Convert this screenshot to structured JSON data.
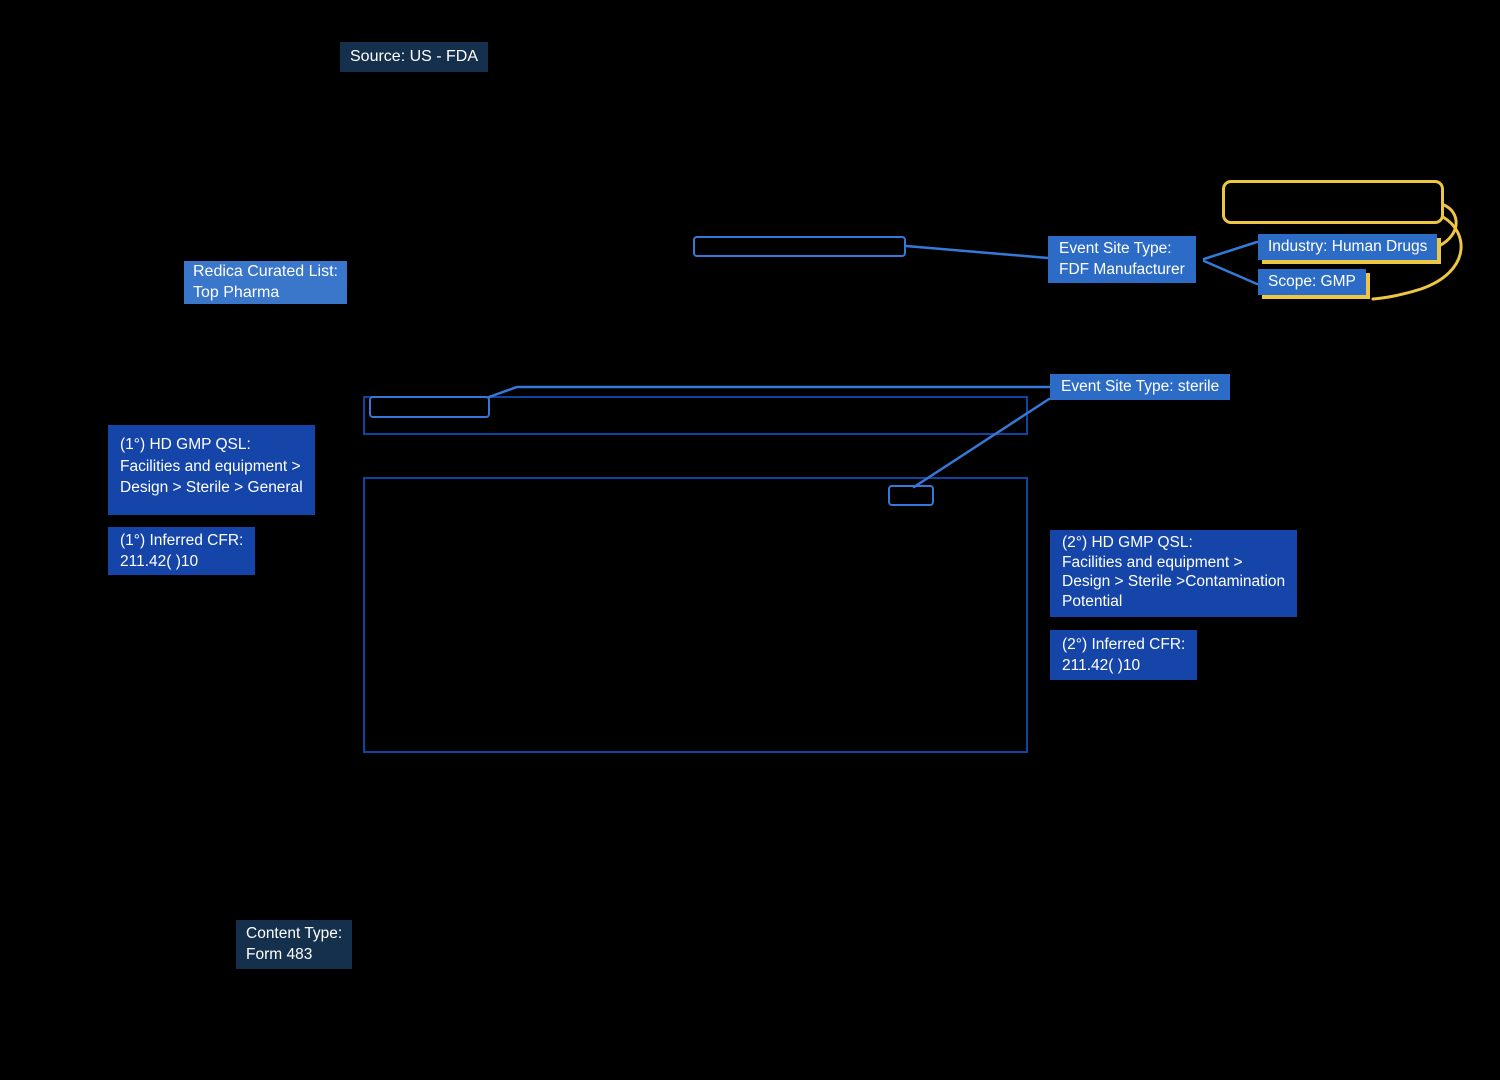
{
  "annotations": {
    "source": {
      "text": "Source: US - FDA"
    },
    "redica_list": {
      "lines": [
        "Redica Curated List:",
        "Top Pharma"
      ]
    },
    "event_site_type_fdf": {
      "lines": [
        "Event Site Type:",
        "FDF Manufacturer"
      ]
    },
    "industry": {
      "text": "Industry: Human Drugs"
    },
    "scope": {
      "text": "Scope: GMP"
    },
    "event_site_type_sterile": {
      "text": "Event Site Type: sterile"
    },
    "qsl_primary": {
      "lines": [
        "(1°) HD GMP QSL:",
        "Facilities and equipment >",
        "Design > Sterile > General"
      ]
    },
    "cfr_primary": {
      "lines": [
        "(1°) Inferred CFR:",
        "211.42( )10"
      ]
    },
    "qsl_secondary": {
      "lines": [
        "(2°) HD GMP QSL:",
        "Facilities and equipment >",
        "Design > Sterile >Contamination",
        "Potential"
      ]
    },
    "cfr_secondary": {
      "lines": [
        "(2°) Inferred CFR:",
        "211.42( )10"
      ]
    },
    "content_type": {
      "lines": [
        "Content Type:",
        "Form 483"
      ]
    }
  },
  "colors": {
    "background": "#000000",
    "navy_label_bg": "#15304d",
    "blue_label_bg": "#2d6cc6",
    "redica_label_bg": "#3a76c9",
    "royal_label_bg": "#1545a8",
    "highlight_outline_dark": "#0c46a0",
    "highlight_outline_bright": "#3579d8",
    "accent_yellow": "#edc644",
    "text": "#ffffff"
  }
}
